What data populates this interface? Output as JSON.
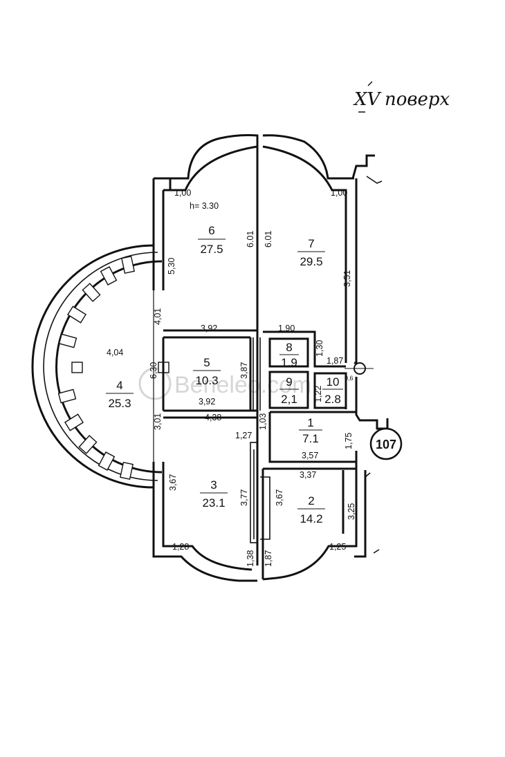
{
  "floor_label": "XV поверх",
  "floor_roman": "XV",
  "floor_word": "поверх",
  "apartment_number": "107",
  "ceiling_height": "h= 3.30",
  "watermark": "Beneleo.com",
  "rooms": [
    {
      "num": "1",
      "area": "7.1"
    },
    {
      "num": "2",
      "area": "14.2"
    },
    {
      "num": "3",
      "area": "23.1"
    },
    {
      "num": "4",
      "area": "25.3"
    },
    {
      "num": "5",
      "area": "10.3"
    },
    {
      "num": "6",
      "area": "27.5"
    },
    {
      "num": "7",
      "area": "29.5"
    },
    {
      "num": "8",
      "area": "1.9"
    },
    {
      "num": "9",
      "area": "2,1"
    },
    {
      "num": "10",
      "area": "2.8"
    }
  ],
  "dimensions": {
    "r6_top": "1,00",
    "r7_top": "1,00",
    "r6_height_right": "6.01",
    "r7_height_left": "6.01",
    "r6_left": "5,30",
    "r7_right": "3,51",
    "r4_upper": "4,01",
    "r6_bottom": "3,92",
    "r8_width": "1,90",
    "r8_height": "1,30",
    "r8_side": "1,87",
    "r4_width": "4,04",
    "r4_height": "6,30",
    "r5_height": "3,87",
    "r5_bottom": "3,92",
    "r9_height": "1,22",
    "r10_small": "0,6",
    "r3_top": "4,38",
    "r3_left_upper": "3,01",
    "corridor_w": "1,03",
    "corridor_b": "1,27",
    "r1_right": "1,75",
    "r1_bottom": "3,57",
    "r2_top": "3,37",
    "r3_left": "3,67",
    "r3_mid": "3,77",
    "r2_left": "3,67",
    "r2_right": "3,25",
    "r3_bottom": "1,28",
    "r3_corr": "1,38",
    "r2_corr": "1,87",
    "r2_bottom": "1,25"
  }
}
